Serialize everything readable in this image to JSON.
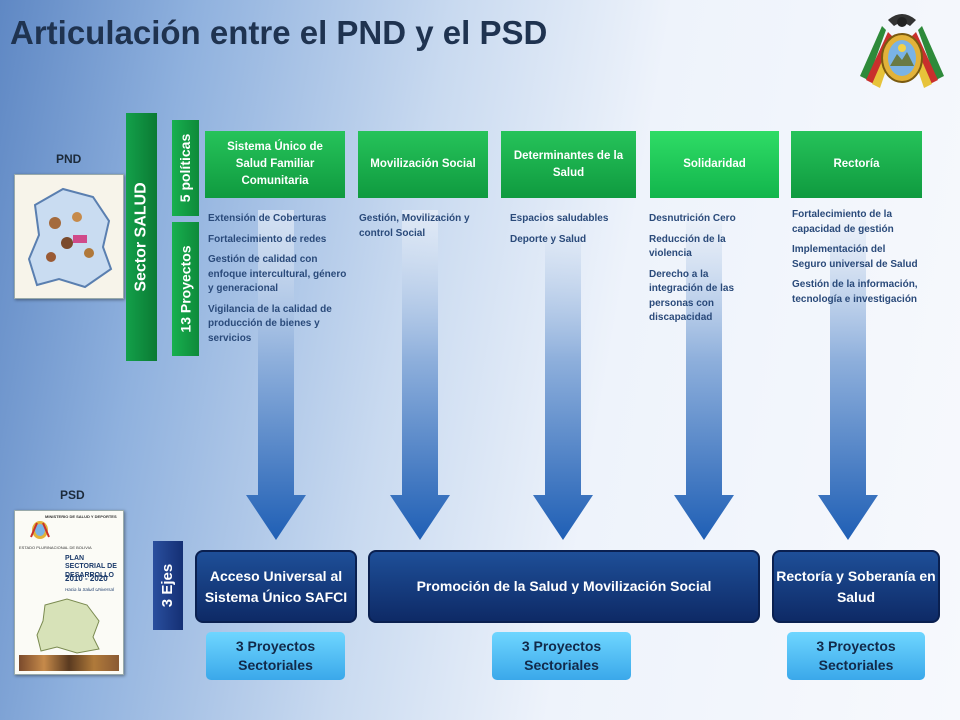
{
  "title": "Articulación entre el PND y el PSD",
  "labels": {
    "pnd": "PND",
    "psd": "PSD"
  },
  "sector_bar": {
    "text": "Sector SALUD",
    "color": "#0e8a3a"
  },
  "policies_bar": {
    "text": "5 políticas"
  },
  "projects_bar": {
    "text": "13 Proyectos"
  },
  "axes_bar": {
    "text": "3 Ejes",
    "color": "#1a3c88"
  },
  "policies": [
    {
      "title": "Sistema Único de Salud Familiar Comunitaria",
      "items": [
        "Extensión de Coberturas",
        "Fortalecimiento de redes",
        "Gestión de calidad con enfoque intercultural, género y generacional",
        "Vigilancia de la calidad de producción de bienes y servicios"
      ]
    },
    {
      "title": "Movilización Social",
      "items": [
        "Gestión, Movilización y control Social"
      ]
    },
    {
      "title": "Determinantes de la Salud",
      "items": [
        "Espacios saludables",
        "Deporte y Salud"
      ]
    },
    {
      "title": "Solidaridad",
      "items": [
        "Desnutrición Cero",
        "Reducción de la violencia",
        "Derecho a la integración de las personas con discapacidad"
      ]
    },
    {
      "title": "Rectoría",
      "items": [
        "Fortalecimiento de la capacidad de gestión",
        "Implementación del Seguro universal de Salud",
        "Gestión de la información, tecnología e investigación"
      ]
    }
  ],
  "axes": [
    {
      "title": "Acceso Universal al Sistema Único SAFCI"
    },
    {
      "title": "Promoción de la Salud y Movilización Social"
    },
    {
      "title": "Rectoría y Soberanía en Salud"
    }
  ],
  "projects": [
    {
      "label": "3 Proyectos Sectoriales"
    },
    {
      "label": "3 Proyectos Sectoriales"
    },
    {
      "label": "3 Proyectos Sectoriales"
    }
  ],
  "psd_cover": {
    "header": "MINISTERIO DE SALUD Y DEPORTES",
    "state": "ESTADO PLURINACIONAL DE BOLIVIA",
    "plan": "PLAN SECTORIAL DE DESARROLLO",
    "years": "2010 - 2020",
    "subtitle": "Hacia la Salud Universal"
  },
  "colors": {
    "policy_green": "#12a84a",
    "axis_navy": "#0e2a66",
    "project_cyan": "#3aa8ea",
    "arrow_blue": "#1f5fb5"
  },
  "icons": {
    "seal": "bolivia-coat-of-arms-icon",
    "pnd_cover": "pnd-map-cover",
    "psd_cover": "psd-document-cover"
  }
}
